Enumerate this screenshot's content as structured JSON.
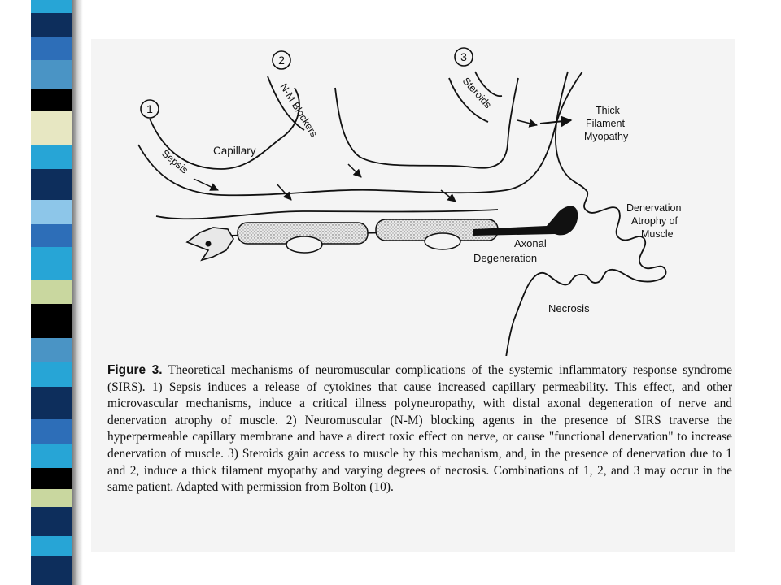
{
  "diagram": {
    "markers": [
      "1",
      "2",
      "3"
    ],
    "labels": {
      "capillary": "Capillary",
      "sepsis": "Sepsis",
      "nm_blockers": "N-M Blockers",
      "steroids": "Steroids",
      "thick_filament": [
        "Thick",
        "Filament",
        "Myopathy"
      ],
      "denervation": [
        "Denervation",
        "Atrophy of",
        "Muscle"
      ],
      "axonal": [
        "Axonal",
        "Degeneration"
      ],
      "necrosis": "Necrosis"
    }
  },
  "caption": {
    "heading": "Figure 3.",
    "text": "Theoretical mechanisms of neuromuscular complications of the systemic inflammatory response syndrome (SIRS). 1) Sepsis induces a release of cytokines that cause increased capillary permeability. This effect, and other microvascular mechanisms, induce a critical illness polyneuropathy, with distal axonal degeneration of nerve and denervation atrophy of muscle. 2) Neuromuscular (N-M) blocking agents in the presence of SIRS traverse the hyperpermeable capillary membrane and have a direct toxic effect on nerve, or cause \"functional denervation\" to increase denervation of muscle. 3) Steroids gain access to muscle by this mechanism, and, in the presence of denervation due to 1 and 2, induce a thick filament myopathy and varying degrees of necrosis. Combinations of 1, 2, and 3 may occur in the same patient. Adapted with permission from Bolton (10)."
  }
}
